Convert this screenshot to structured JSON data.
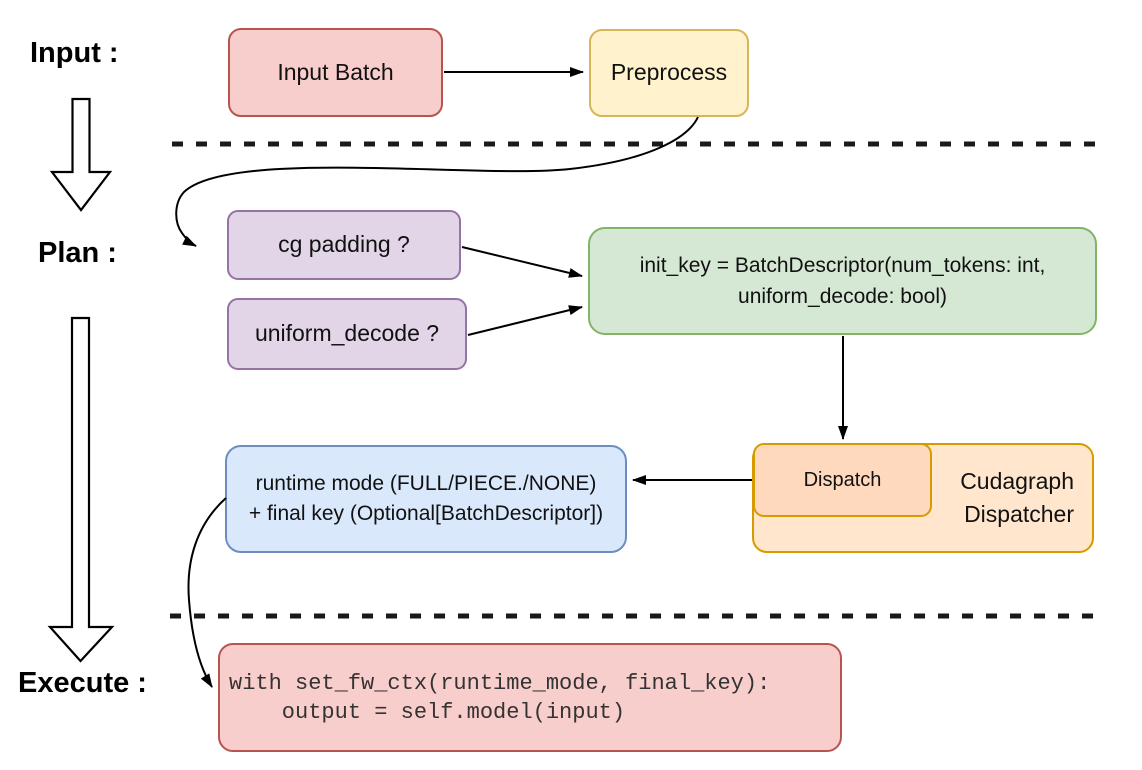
{
  "palette": {
    "pink_fill": "#f8cecc",
    "pink_stroke": "#b85450",
    "yellow_fill": "#fff2cc",
    "yellow_stroke": "#d6b656",
    "purple_fill": "#e1d5e7",
    "purple_stroke": "#9673a6",
    "green_fill": "#d5e8d4",
    "green_stroke": "#82b366",
    "blue_fill": "#dae8fc",
    "blue_stroke": "#6c8ebf",
    "orange_fill": "#ffe6cc",
    "orange_stroke": "#d79b00",
    "dispatch_fill": "#ffd9bd",
    "line_color": "#000000"
  },
  "sections": {
    "input_label": "Input :",
    "plan_label": "Plan :",
    "execute_label": "Execute :"
  },
  "nodes": {
    "input_batch": {
      "label": "Input Batch"
    },
    "preprocess": {
      "label": "Preprocess"
    },
    "cg_padding": {
      "label": "cg padding ?"
    },
    "uniform_decode": {
      "label": "uniform_decode ?"
    },
    "init_key": {
      "line1": "init_key = BatchDescriptor(num_tokens: int,",
      "line2": "uniform_decode: bool)"
    },
    "dispatch": {
      "label": "Dispatch"
    },
    "cudagraph_dispatcher": {
      "line1": "Cudagraph",
      "line2": "Dispatcher"
    },
    "runtime_result": {
      "line1": "runtime mode (FULL/PIECE./NONE)",
      "line2": "+ final key (Optional[BatchDescriptor])"
    },
    "execute_code": {
      "line1": "with set_fw_ctx(runtime_mode, final_key):",
      "line2": "    output = self.model(input)"
    }
  }
}
